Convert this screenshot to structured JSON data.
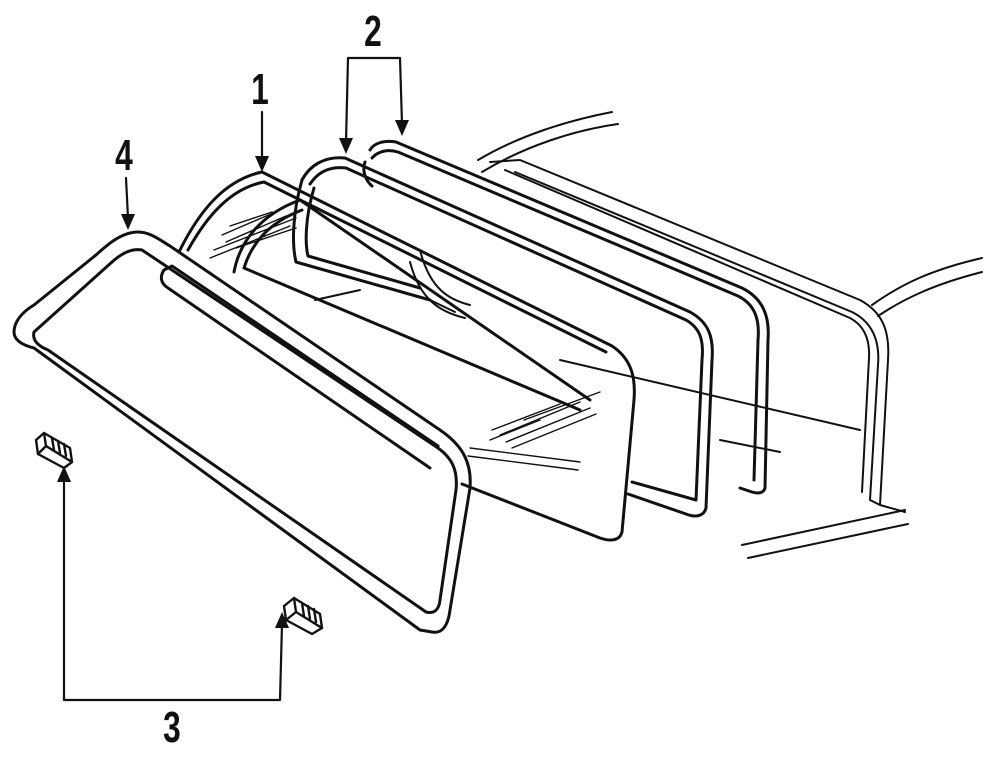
{
  "callouts": {
    "label_1": "1",
    "label_2": "2",
    "label_3": "3",
    "label_4": "4"
  },
  "colors": {
    "ink": "#111111",
    "background": "#ffffff"
  }
}
